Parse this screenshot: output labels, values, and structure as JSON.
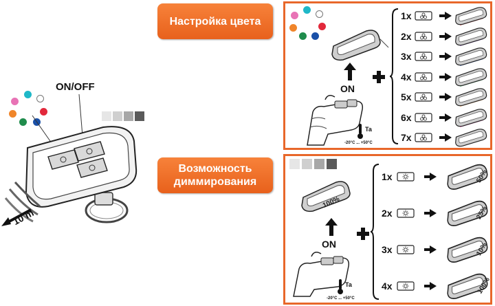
{
  "remote": {
    "onoff_label": "ON/OFF",
    "range_label": "10 m",
    "color_dots": [
      "#e873b5",
      "#1fb8c8",
      "#ffffff",
      "#e2283b",
      "#1a50a8",
      "#1f8c4c",
      "#f0852a"
    ],
    "gray_swatches": [
      "#e6e6e6",
      "#cfcfcf",
      "#a7a7a7",
      "#5a5a5a"
    ]
  },
  "color_panel": {
    "title": "Настройка цвета",
    "on_label": "ON",
    "temp_symbol": "Ta",
    "temp_range": "-20°C ... +50°C",
    "rows": [
      {
        "mult": "1x",
        "color": "#d42b2b"
      },
      {
        "mult": "2x",
        "color": "#8040c0"
      },
      {
        "mult": "3x",
        "color": "#2d62c8"
      },
      {
        "mult": "4x",
        "color": "#2fa85a"
      },
      {
        "mult": "5x",
        "color": "#f08a2a"
      },
      {
        "mult": "6x",
        "color": "#e83aa8"
      },
      {
        "mult": "7x",
        "color": "#ffffff"
      }
    ]
  },
  "dim_panel": {
    "title": "Возможность диммирования",
    "on_label": "ON",
    "start_percent": "100%",
    "temp_symbol": "Ta",
    "temp_range": "-20°C ... +50°C",
    "rows": [
      {
        "mult": "1x",
        "percent": "50%"
      },
      {
        "mult": "2x",
        "percent": "25%"
      },
      {
        "mult": "3x",
        "percent": "10%"
      },
      {
        "mult": "4x",
        "percent": "100%"
      }
    ]
  }
}
